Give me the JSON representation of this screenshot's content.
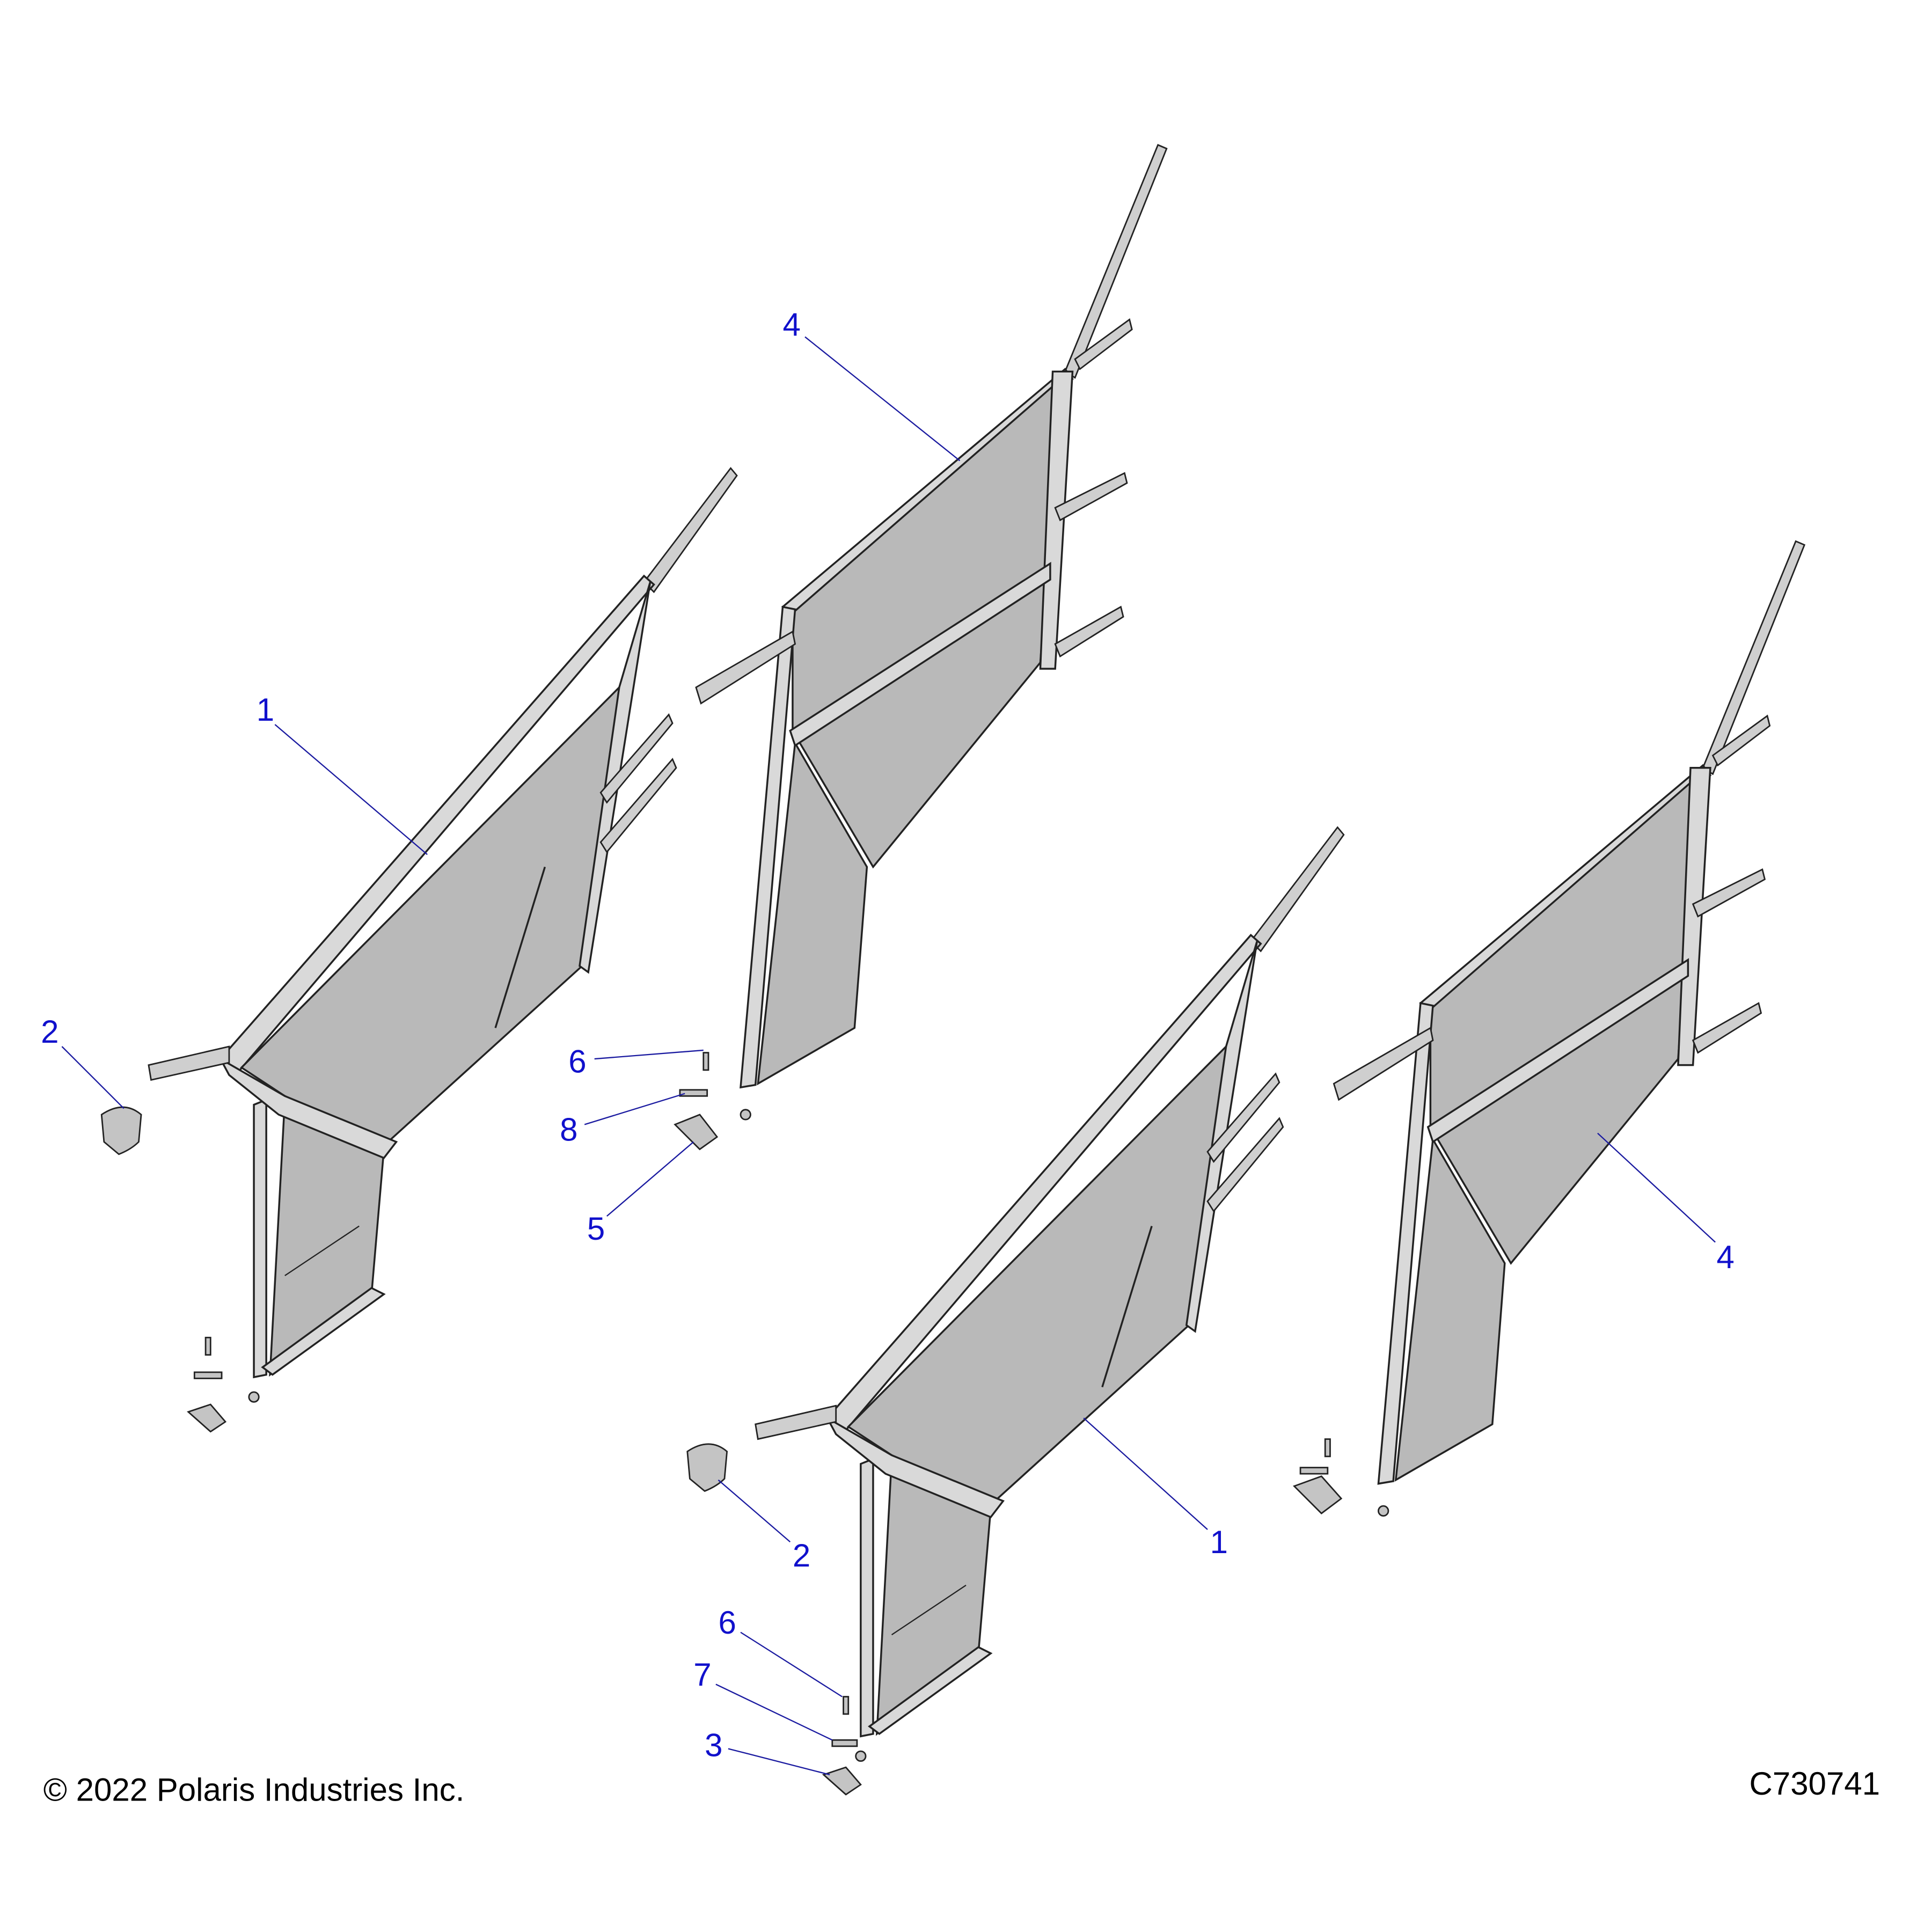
{
  "diagram": {
    "callouts": [
      "1",
      "2",
      "4",
      "6",
      "8",
      "5",
      "4",
      "1",
      "2",
      "6",
      "7",
      "3"
    ],
    "copyright": "© 2022 Polaris Industries Inc.",
    "drawing_id": "C730741"
  },
  "colors": {
    "callout": "#1010cc",
    "leader": "#1a1aa0",
    "mesh": "#b9b9b9"
  }
}
